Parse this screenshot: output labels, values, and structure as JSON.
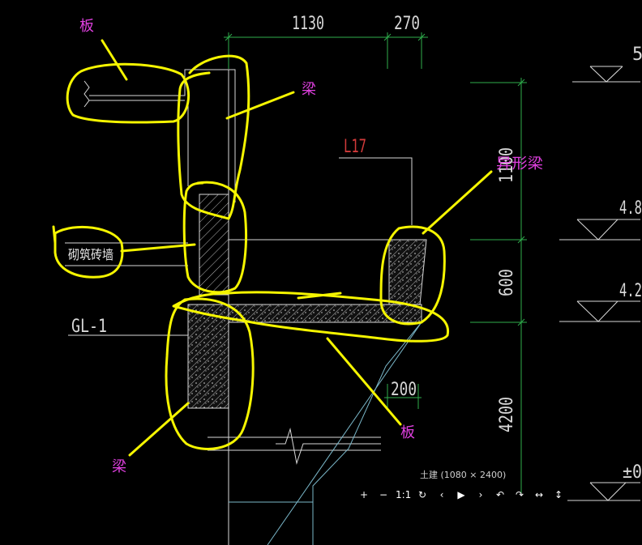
{
  "dimensions": {
    "top_1": "1130",
    "top_2": "270",
    "right_1": "1100",
    "right_2": "600",
    "right_3": "4200",
    "small": "200"
  },
  "elevations": {
    "e1": "5",
    "e2": "4.8",
    "e3": "4.2",
    "e4": "±0"
  },
  "cad_labels": {
    "l17": "L17",
    "gl1": "GL-1",
    "masonry": "砌筑砖墙"
  },
  "annotations": {
    "slab_top": "板",
    "beam_top": "梁",
    "special_beam": "异形梁",
    "beam_bottom": "梁",
    "slab_bottom": "板"
  },
  "viewer": {
    "title": "土建 (1080 × 2400)",
    "tools": [
      {
        "name": "zoom-in",
        "glyph": "+"
      },
      {
        "name": "zoom-out",
        "glyph": "−"
      },
      {
        "name": "actual-size",
        "glyph": "1:1"
      },
      {
        "name": "rotate",
        "glyph": "↻"
      },
      {
        "name": "previous",
        "glyph": "‹"
      },
      {
        "name": "play",
        "glyph": "▶"
      },
      {
        "name": "next",
        "glyph": "›"
      },
      {
        "name": "undo",
        "glyph": "↶"
      },
      {
        "name": "redo",
        "glyph": "↷"
      },
      {
        "name": "fit-width",
        "glyph": "↔"
      },
      {
        "name": "fit-height",
        "glyph": "↕"
      }
    ]
  },
  "colors": {
    "cad_white": "#d8d8d8",
    "cad_green": "#2fae4c",
    "annotation_pink": "#e040e0",
    "highlight_yellow": "#f5f500",
    "l17_red": "#d23a3a",
    "cyan_line": "#7ab7c9"
  }
}
